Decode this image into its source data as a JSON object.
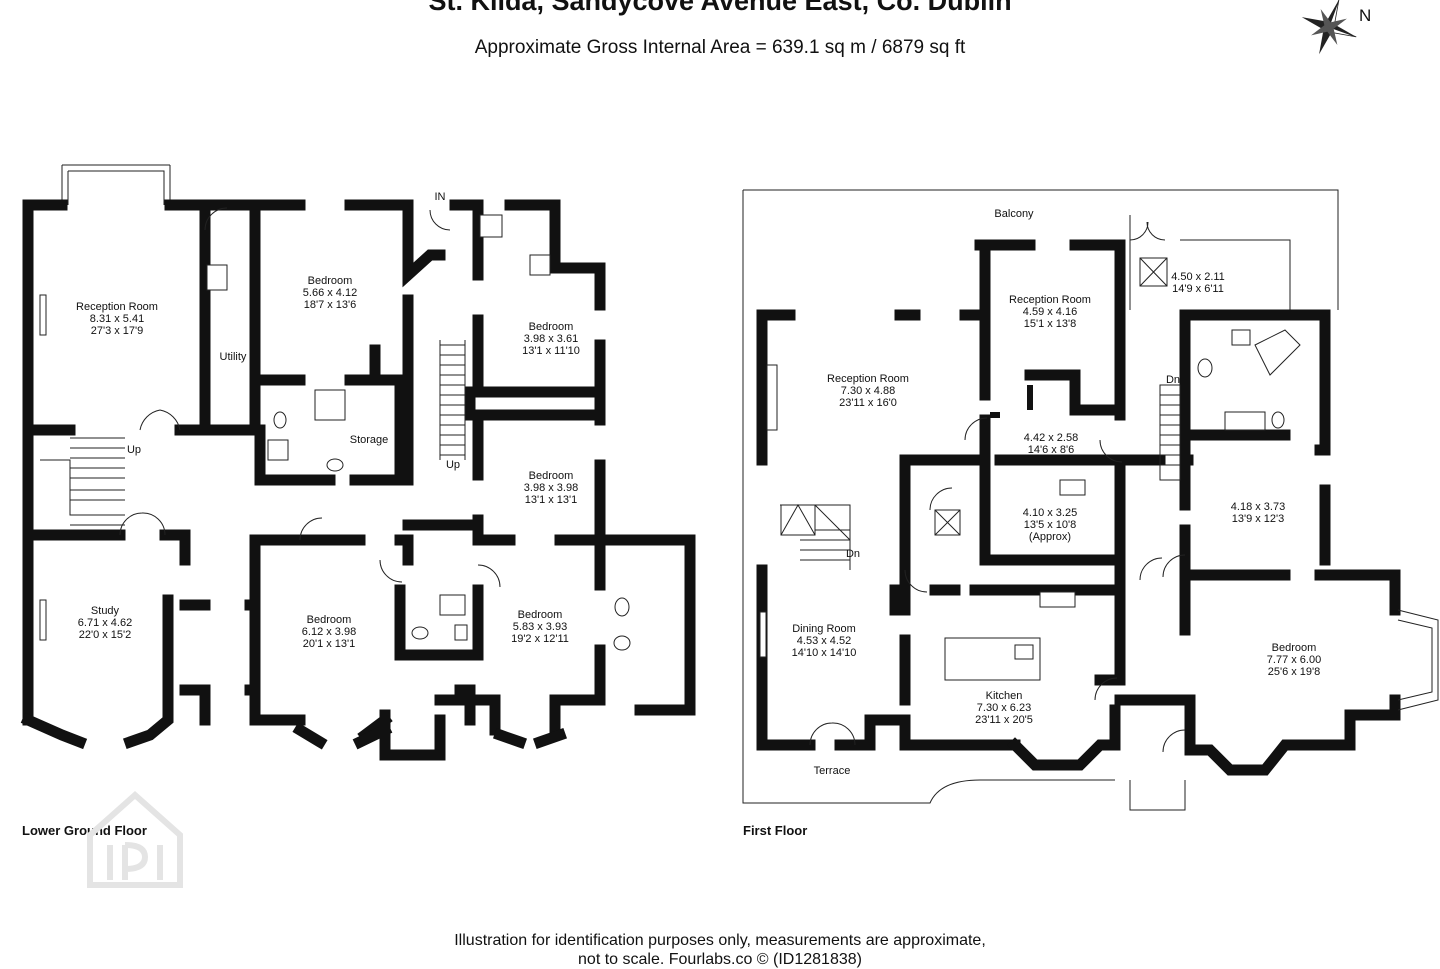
{
  "title": "St. Kilda, Sandycove Avenue East, Co. Dublin",
  "area": "Approximate Gross Internal Area = 639.1 sq m / 6879 sq ft",
  "north": "N",
  "lower": {
    "floor_label": "Lower Ground Floor",
    "in_label": "IN",
    "reception": {
      "name": "Reception Room",
      "metric": "8.31 x 5.41",
      "imperial": "27'3 x 17'9"
    },
    "utility": "Utility",
    "bedroom1": {
      "name": "Bedroom",
      "metric": "5.66 x 4.12",
      "imperial": "18'7 x 13'6"
    },
    "bedroom2": {
      "name": "Bedroom",
      "metric": "3.98 x 3.61",
      "imperial": "13'1 x 11'10"
    },
    "bedroom3": {
      "name": "Bedroom",
      "metric": "3.98 x 3.98",
      "imperial": "13'1 x 13'1"
    },
    "storage": "Storage",
    "up1": "Up",
    "up2": "Up",
    "study": {
      "name": "Study",
      "metric": "6.71 x 4.62",
      "imperial": "22'0 x 15'2"
    },
    "bedroom4": {
      "name": "Bedroom",
      "metric": "6.12 x 3.98",
      "imperial": "20'1 x 13'1"
    },
    "bedroom5": {
      "name": "Bedroom",
      "metric": "5.83 x 3.93",
      "imperial": "19'2 x 12'11"
    }
  },
  "first": {
    "floor_label": "First Floor",
    "balcony": "Balcony",
    "terrace": "Terrace",
    "reception1": {
      "name": "Reception Room",
      "metric": "7.30 x 4.88",
      "imperial": "23'11 x 16'0"
    },
    "reception2": {
      "name": "Reception Room",
      "metric": "4.59 x 4.16",
      "imperial": "15'1 x 13'8"
    },
    "room_a": {
      "metric": "4.50 x 2.11",
      "imperial": "14'9 x 6'11"
    },
    "landing": {
      "metric": "4.42 x 2.58",
      "imperial": "14'6 x 8'6"
    },
    "room_b": {
      "metric": "4.10 x 3.25",
      "imperial": "13'5 x 10'8",
      "note": "(Approx)"
    },
    "room_c": {
      "metric": "4.18 x 3.73",
      "imperial": "13'9 x 12'3"
    },
    "dn1": "Dn",
    "dn2": "Dn",
    "dining": {
      "name": "Dining Room",
      "metric": "4.53 x 4.52",
      "imperial": "14'10 x 14'10"
    },
    "kitchen": {
      "name": "Kitchen",
      "metric": "7.30 x 6.23",
      "imperial": "23'11 x 20'5"
    },
    "bedroom": {
      "name": "Bedroom",
      "metric": "7.77 x 6.00",
      "imperial": "25'6 x 19'8"
    }
  },
  "disclaimer_line1": "Illustration for identification purposes only, measurements are approximate,",
  "disclaimer_line2": "not to scale. Fourlabs.co © (ID1281838)"
}
